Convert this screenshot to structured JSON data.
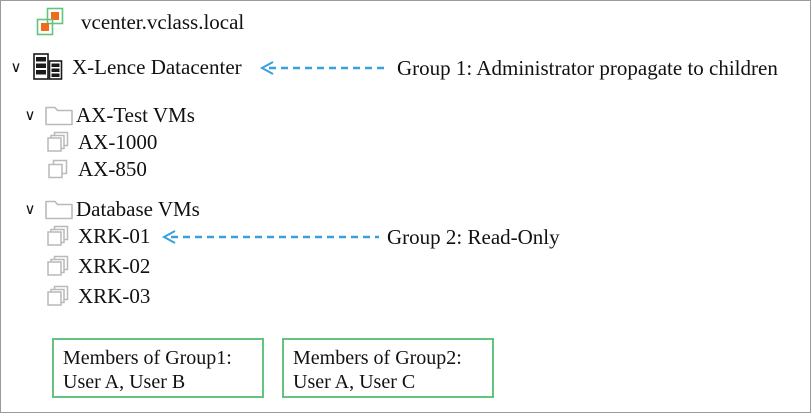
{
  "colors": {
    "accent_orange": "#ef6c1a",
    "accent_green": "#63c47f",
    "arrow_blue": "#3aa0dc",
    "text": "#111111",
    "icon_gray": "#b9b9b9",
    "border_gray": "#9a9a9a"
  },
  "tree": {
    "root": {
      "label": "vcenter.vclass.local",
      "icon": "vcenter-icon"
    },
    "datacenter": {
      "chevron": "∨",
      "label": "X-Lence Datacenter",
      "icon": "datacenter-icon"
    },
    "folders": [
      {
        "chevron": "∨",
        "label": "AX-Test VMs",
        "icon": "folder-icon",
        "vms": [
          {
            "label": "AX-1000",
            "icon": "vm-icon"
          },
          {
            "label": "AX-850",
            "icon": "vm-icon"
          }
        ]
      },
      {
        "chevron": "∨",
        "label": "Database VMs",
        "icon": "folder-icon",
        "vms": [
          {
            "label": "XRK-01",
            "icon": "vm-icon"
          },
          {
            "label": "XRK-02",
            "icon": "vm-icon"
          },
          {
            "label": "XRK-03",
            "icon": "vm-icon"
          }
        ]
      }
    ]
  },
  "annotations": [
    {
      "id": "group1",
      "arrow": "dashed-left-arrow",
      "text": "Group 1: Administrator propagate to children"
    },
    {
      "id": "group2",
      "arrow": "dashed-left-arrow",
      "text": "Group 2: Read-Only"
    }
  ],
  "member_boxes": [
    {
      "title": "Members of Group1:",
      "members": "User A, User B"
    },
    {
      "title": "Members of Group2:",
      "members": "User A, User C"
    }
  ]
}
